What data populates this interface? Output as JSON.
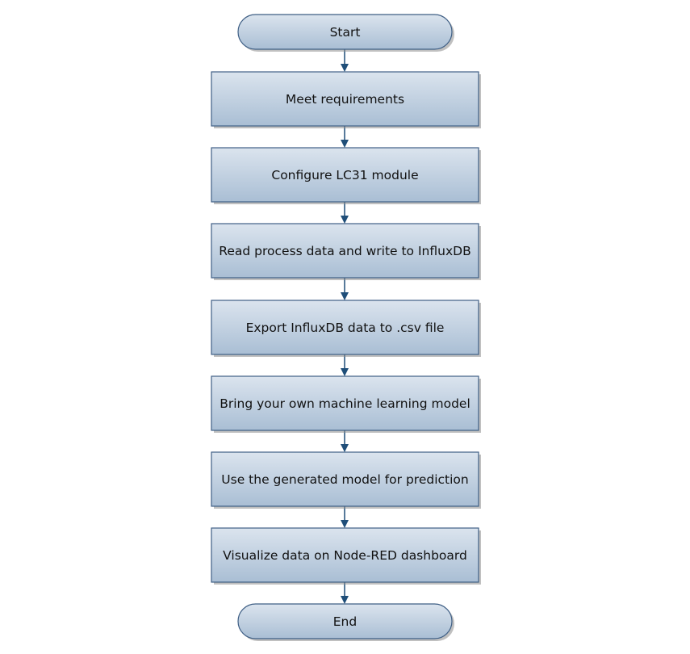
{
  "flowchart": {
    "start": {
      "label": "Start",
      "shape": "terminator"
    },
    "steps": [
      {
        "label": "Meet requirements",
        "shape": "process"
      },
      {
        "label": "Configure LC31 module",
        "shape": "process"
      },
      {
        "label": "Read process data and write to InfluxDB",
        "shape": "process"
      },
      {
        "label": "Export InfluxDB data to .csv file",
        "shape": "process"
      },
      {
        "label": "Bring your own machine learning model",
        "shape": "process"
      },
      {
        "label": "Use the generated model for prediction",
        "shape": "process"
      },
      {
        "label": "Visualize data on Node-RED dashboard",
        "shape": "process"
      }
    ],
    "end": {
      "label": "End",
      "shape": "terminator"
    },
    "colors": {
      "box_fill_top": "#dbe4ee",
      "box_fill_bottom": "#a9bed4",
      "box_stroke": "#3f5f85",
      "shadow": "#8c8c8c",
      "connector": "#1f4e79"
    }
  }
}
